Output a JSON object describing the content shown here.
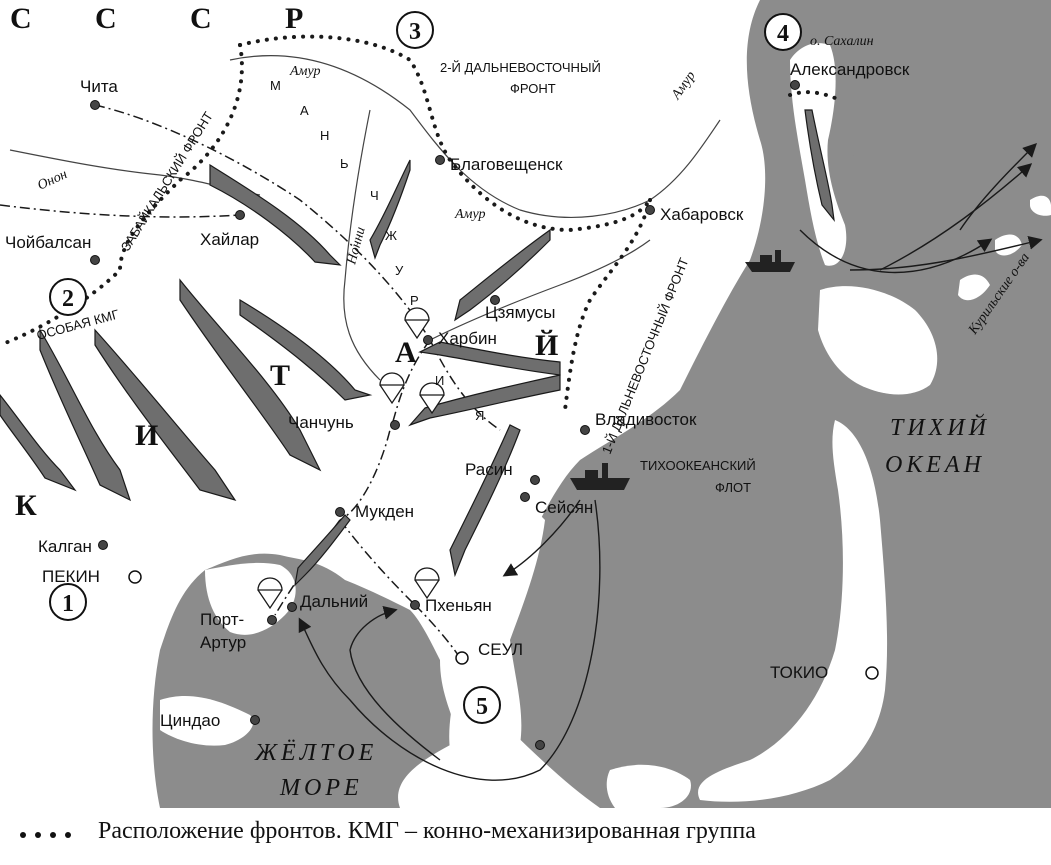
{
  "map": {
    "regions": {
      "ussr_letters": [
        "С",
        "С",
        "С",
        "Р"
      ],
      "manchuria_letters": [
        "М",
        "А",
        "Н",
        "Ь",
        "Ч",
        "Ж",
        "У",
        "Р",
        "И",
        "Я"
      ],
      "china_letters": [
        "К",
        "И",
        "Т",
        "А",
        "Й"
      ]
    },
    "seas": {
      "pacific_line1": "ТИХИЙ",
      "pacific_line2": "ОКЕАН",
      "yellow_line1": "ЖЁЛТОЕ",
      "yellow_line2": "МОРЕ"
    },
    "fronts": {
      "second_far_eastern_line1": "2-Й ДАЛЬНЕВОСТОЧНЫЙ",
      "second_far_eastern_line2": "ФРОНТ",
      "transbaikal": "ЗАБАЙКАЛЬСКИЙ ФРОНТ",
      "first_far_eastern": "1-Й ДАЛЬНЕВОСТОЧНЫЙ ФРОНТ",
      "special_kmg": "ОСОБАЯ КМГ",
      "pacific_fleet_line1": "ТИХООКЕАНСКИЙ",
      "pacific_fleet_line2": "ФЛОТ",
      "kurils": "Курильские о-ва",
      "sakhalin": "о. Сахалин"
    },
    "rivers": {
      "amur": "Амур",
      "onon": "Онон",
      "nonni": "Нонни"
    },
    "cities": {
      "chita": "Чита",
      "blagoveshchensk": "Благовещенск",
      "khabarovsk": "Хабаровск",
      "aleksandrovsk": "Александровск",
      "hailar": "Хайлар",
      "choibalsan": "Чойбалсан",
      "jiamusi": "Цзямусы",
      "harbin": "Харбин",
      "changchun": "Чанчунь",
      "vladivostok": "Владивосток",
      "rasin": "Расин",
      "seishin": "Сейсян",
      "mukden": "Мукден",
      "kalgan": "Калган",
      "beijing": "ПЕКИН",
      "port_arthur_line1": "Порт-",
      "port_arthur_line2": "Артур",
      "dalny": "Дальний",
      "pyongyang": "Пхеньян",
      "seoul": "СЕУЛ",
      "qingdao": "Циндао",
      "tokyo": "ТОКИО"
    },
    "markers": [
      "1",
      "2",
      "3",
      "4",
      "5"
    ],
    "colors": {
      "land": "#ffffff",
      "sea": "#8c8c8c",
      "arrow_fill": "#6e6e6e",
      "line": "#1a1a1a"
    }
  },
  "legend": {
    "text": "Расположение фронтов. КМГ – конно-механизированная группа"
  }
}
